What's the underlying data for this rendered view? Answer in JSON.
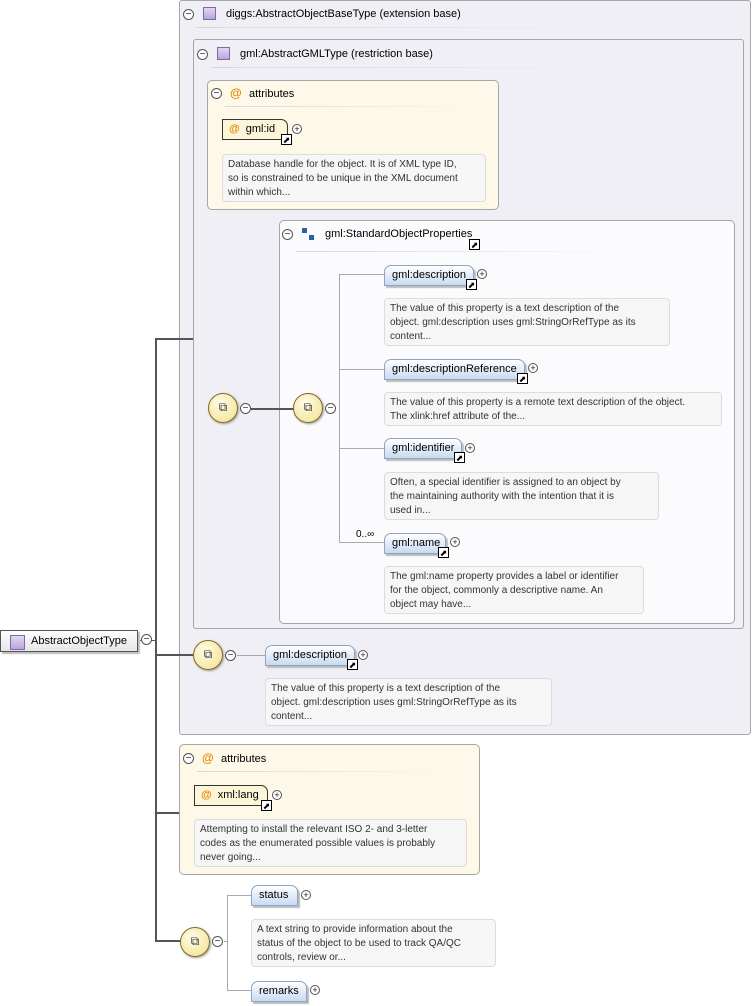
{
  "root": {
    "label": "AbstractObjectType"
  },
  "extension": {
    "label": "diggs:AbstractObjectBaseType (extension base)"
  },
  "restriction": {
    "label": "gml:AbstractGMLType (restriction base)"
  },
  "attributes_1": {
    "header": "attributes",
    "attr": "gml:id",
    "doc": [
      "Database handle for the object. It is of XML type ID,",
      "so is constrained to be unique in the XML document",
      "within which..."
    ]
  },
  "group": {
    "label": "gml:StandardObjectProperties",
    "elements": [
      {
        "name": "gml:description",
        "doc": [
          "The value of this property is a text description of the",
          "object. gml:description uses gml:StringOrRefType as its",
          "content..."
        ]
      },
      {
        "name": "gml:descriptionReference",
        "doc": [
          "The value of this property is a remote text description of the object.",
          "The xlink:href attribute of the..."
        ]
      },
      {
        "name": "gml:identifier",
        "doc": [
          "Often, a special identifier is assigned to an object by",
          "the maintaining authority with the intention that it is",
          "used in..."
        ]
      },
      {
        "name": "gml:name",
        "occurs": "0..∞",
        "doc": [
          "The gml:name property provides a label or identifier",
          "for the object, commonly a descriptive name. An",
          "object may have..."
        ]
      }
    ]
  },
  "ext_element": {
    "name": "gml:description",
    "doc": [
      "The value of this property is a text description of the",
      "object. gml:description uses gml:StringOrRefType as its",
      "content..."
    ]
  },
  "attributes_2": {
    "header": "attributes",
    "attr": "xml:lang",
    "doc": [
      "Attempting to install the relevant ISO 2- and 3-letter",
      "codes as the enumerated possible values is probably",
      "never going..."
    ]
  },
  "status": {
    "name": "status",
    "doc": [
      "A text string to provide information about the",
      "status of the object to be used to track QA/QC",
      "controls, review or..."
    ]
  },
  "remarks": {
    "name": "remarks"
  },
  "icons": {
    "collapse": "⊖",
    "expand": "⊕",
    "link": "⬈",
    "at": "@",
    "sequence": "⧉"
  }
}
